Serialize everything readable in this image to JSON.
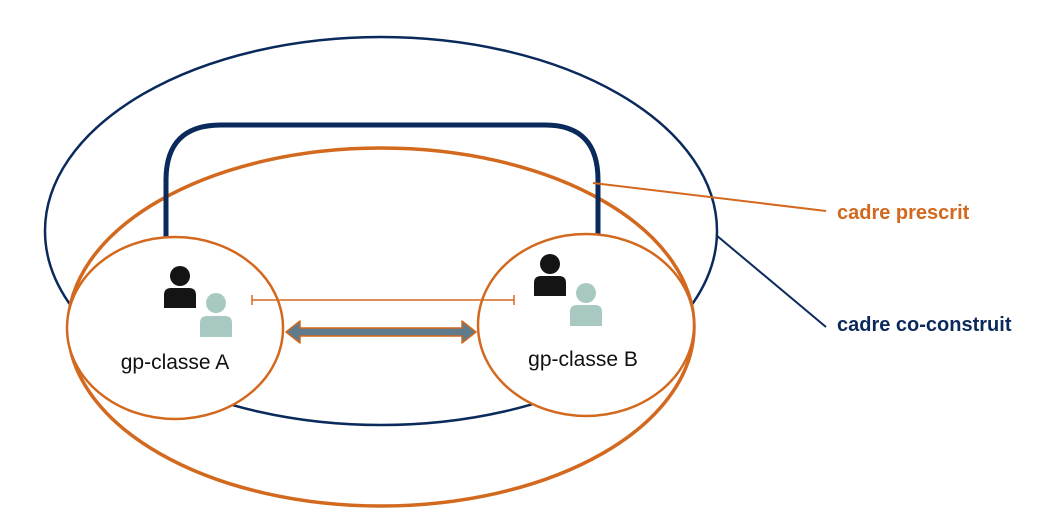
{
  "colors": {
    "navy": "#0b2a5c",
    "orange": "#d2691e",
    "person_dark": "#141414",
    "person_light": "#a8c9c2",
    "arrow_fill": "#5f7b8c"
  },
  "groups": {
    "a_label": "gp-classe A",
    "b_label": "gp-classe B"
  },
  "legend": {
    "prescrit": "cadre prescrit",
    "coconstruit": "cadre co-construit"
  },
  "icons": {
    "person_dark": "person-icon",
    "person_light": "person-icon"
  }
}
